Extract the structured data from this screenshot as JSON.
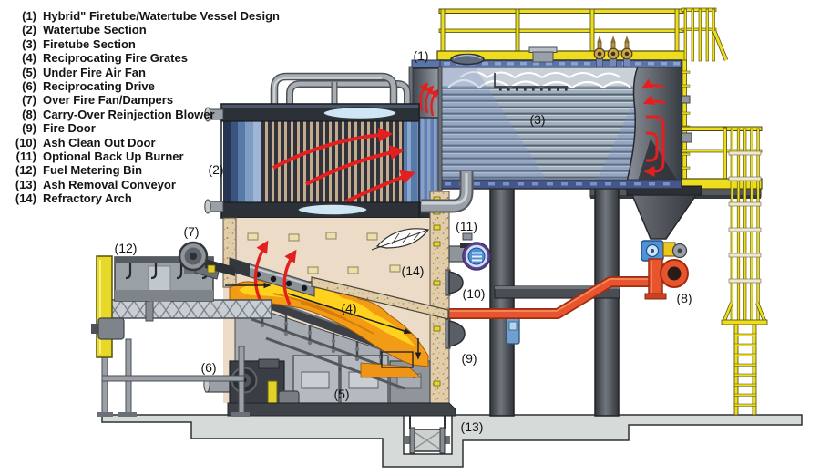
{
  "legend": {
    "items": [
      {
        "num": "(1)",
        "label": "Hybrid\" Firetube/Watertube Vessel Design"
      },
      {
        "num": "(2)",
        "label": "Watertube Section"
      },
      {
        "num": "(3)",
        "label": "Firetube Section"
      },
      {
        "num": "(4)",
        "label": "Reciprocating Fire Grates"
      },
      {
        "num": "(5)",
        "label": "Under Fire Air Fan"
      },
      {
        "num": "(6)",
        "label": "Reciprocating Drive"
      },
      {
        "num": "(7)",
        "label": "Over Fire Fan/Dampers"
      },
      {
        "num": "(8)",
        "label": "Carry-Over Reinjection Blower"
      },
      {
        "num": "(9)",
        "label": "Fire Door"
      },
      {
        "num": "(10)",
        "label": "Ash Clean Out Door"
      },
      {
        "num": "(11)",
        "label": "Optional Back Up Burner"
      },
      {
        "num": "(12)",
        "label": "Fuel Metering Bin"
      },
      {
        "num": "(13)",
        "label": "Ash Removal Conveyor"
      },
      {
        "num": "(14)",
        "label": "Refractory Arch"
      }
    ]
  },
  "callouts": [
    {
      "text": "(1)"
    },
    {
      "text": "(2)"
    },
    {
      "text": "(3)"
    },
    {
      "text": "(4)"
    },
    {
      "text": "(5)"
    },
    {
      "text": "(6)"
    },
    {
      "text": "(7)"
    },
    {
      "text": "(8)"
    },
    {
      "text": "(9)"
    },
    {
      "text": "(10)"
    },
    {
      "text": "(11)"
    },
    {
      "text": "(12)"
    },
    {
      "text": "(13)"
    },
    {
      "text": "(14)"
    }
  ],
  "colors": {
    "flow_arrow_red": "#e3201f",
    "reinjection_pipe_red": "#e8542e",
    "safety_yellow": "#eedc1f",
    "drum_shell_blue": "#9fadbc",
    "shell_band_blue": "#5b74a8",
    "furnace_tan": "#ecdcc7",
    "refractory_speckle_tan": "#e2cda9",
    "fire_orange": "#f29c16",
    "fire_yellow": "#ffd51e",
    "steel_gray": "#9aa0a6",
    "column_dark_gray": "#44484e",
    "floor_gray": "#d6dbd9",
    "burner_blue": "#4f8fd6",
    "label_text": "#141414"
  }
}
